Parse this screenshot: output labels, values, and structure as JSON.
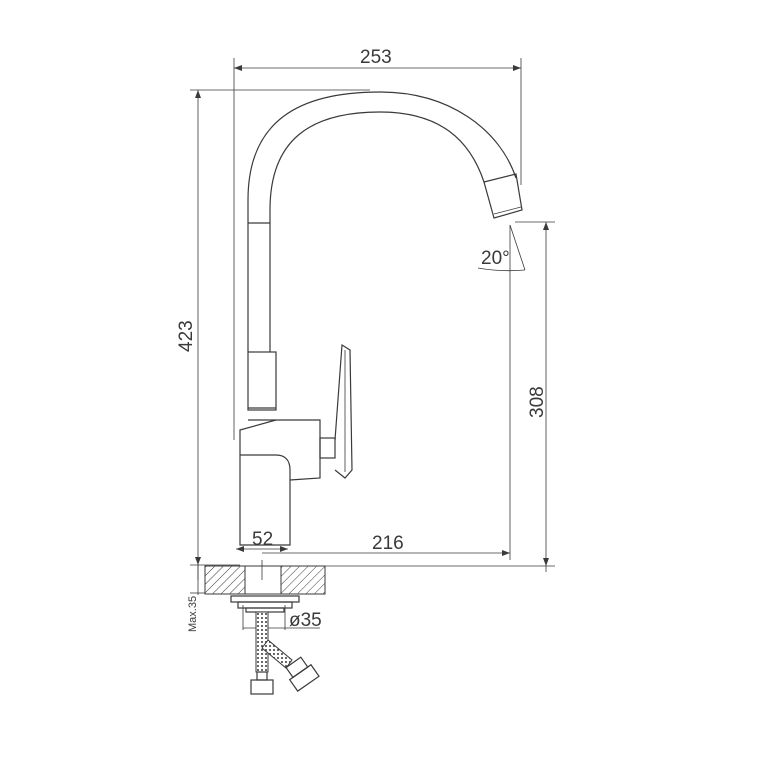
{
  "drawing": {
    "subject": "kitchen faucet technical drawing",
    "dimensions": {
      "total_width": "253",
      "total_height": "423",
      "spout_height": "308",
      "spout_reach": "216",
      "base_width": "52",
      "hole_diameter": "ø35",
      "max_counter_thickness": "Max.35",
      "spout_angle": "20°"
    },
    "colors": {
      "line": "#3a3a3a",
      "background": "#ffffff"
    }
  }
}
